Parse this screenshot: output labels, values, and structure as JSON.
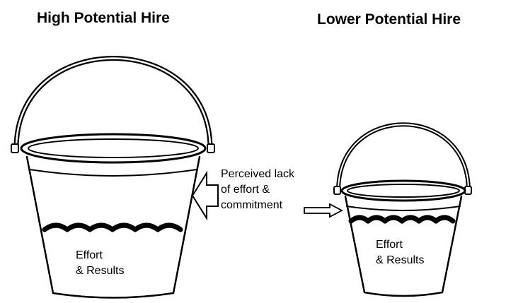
{
  "diagram": {
    "left_title": "High Potential Hire",
    "right_title": "Lower Potential Hire",
    "left_bucket_label": {
      "line1": "Effort",
      "line2": "& Results"
    },
    "right_bucket_label": {
      "line1": "Effort",
      "line2": "& Results"
    },
    "annotation": {
      "line1": "Perceived lack",
      "line2": "of effort &",
      "line3": "commitment"
    }
  }
}
